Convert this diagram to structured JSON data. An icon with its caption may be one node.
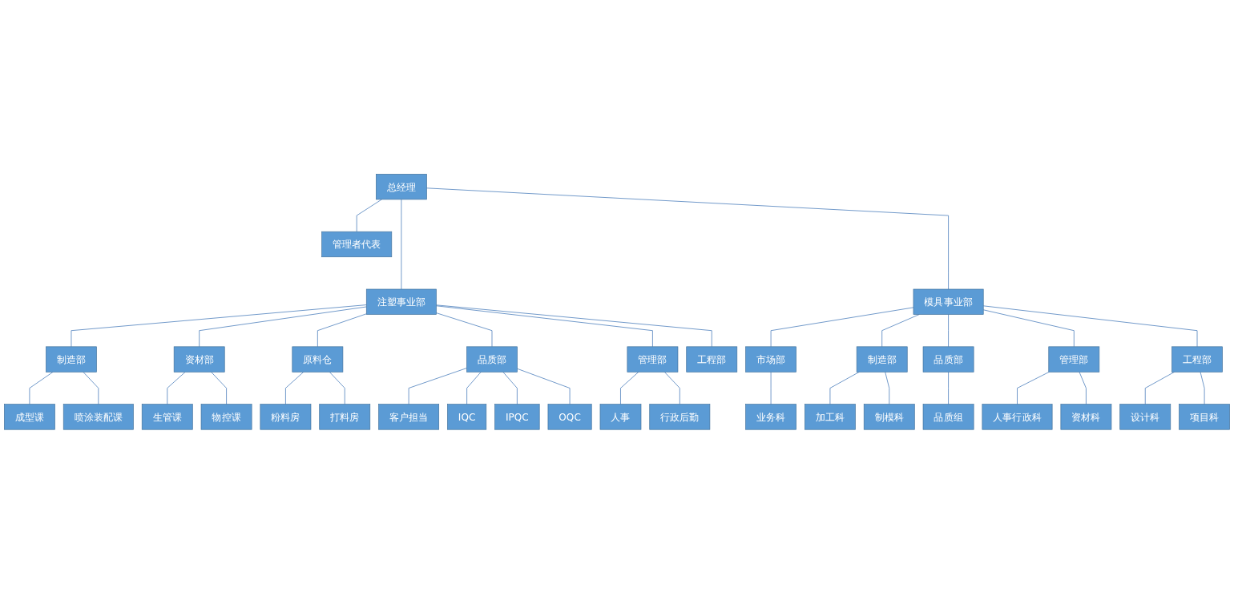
{
  "diagram": {
    "nodes": [
      {
        "text": [
          "总经理"
        ]
      },
      {
        "text": [
          "管理者代表"
        ]
      },
      {
        "text": [
          "注塑事业部"
        ]
      },
      {
        "text": [
          "模具事业部"
        ]
      },
      {
        "text": [
          "制造部"
        ]
      },
      {
        "text": [
          "资材部"
        ]
      },
      {
        "text": [
          "原料仓"
        ]
      },
      {
        "text": [
          "品质部"
        ]
      },
      {
        "text": [
          "管理部"
        ]
      },
      {
        "text": [
          "工程部"
        ]
      },
      {
        "text": [
          "市场部"
        ]
      },
      {
        "text": [
          "制造部"
        ]
      },
      {
        "text": [
          "品质部"
        ]
      },
      {
        "text": [
          "管理部"
        ]
      },
      {
        "text": [
          "工程部"
        ]
      },
      {
        "text": [
          "成型课"
        ]
      },
      {
        "text": [
          "喷涂装配课"
        ]
      },
      {
        "text": [
          "生管课"
        ]
      },
      {
        "text": [
          "物控课"
        ]
      },
      {
        "text": [
          "粉料房"
        ]
      },
      {
        "text": [
          "打料房"
        ]
      },
      {
        "text": [
          "客户担当"
        ]
      },
      {
        "text": [
          "IQC"
        ]
      },
      {
        "text": [
          "IPQC"
        ]
      },
      {
        "text": [
          "OQC"
        ]
      },
      {
        "text": [
          "人事"
        ]
      },
      {
        "text": [
          "行政后勤"
        ]
      },
      {
        "text": [
          "业务科"
        ]
      },
      {
        "text": [
          "加工科"
        ]
      },
      {
        "text": [
          "制模科"
        ]
      },
      {
        "text": [
          "品质组"
        ]
      },
      {
        "text": [
          "人事行政科"
        ]
      },
      {
        "text": [
          "资材科"
        ]
      },
      {
        "text": [
          "设计科"
        ]
      },
      {
        "text": [
          "项目科"
        ]
      }
    ],
    "edges": [
      {
        "from": 0,
        "to": 1,
        "arrow": "none"
      },
      {
        "from": 0,
        "to": 2,
        "arrow": "none"
      },
      {
        "from": 0,
        "to": 3,
        "arrow": "none"
      },
      {
        "from": 2,
        "to": 4,
        "arrow": "none"
      },
      {
        "from": 2,
        "to": 5,
        "arrow": "none"
      },
      {
        "from": 2,
        "to": 6,
        "arrow": "none"
      },
      {
        "from": 2,
        "to": 7,
        "arrow": "none"
      },
      {
        "from": 2,
        "to": 8,
        "arrow": "none"
      },
      {
        "from": 2,
        "to": 9,
        "arrow": "none"
      },
      {
        "from": 3,
        "to": 10,
        "arrow": "none"
      },
      {
        "from": 3,
        "to": 11,
        "arrow": "none"
      },
      {
        "from": 3,
        "to": 12,
        "arrow": "none"
      },
      {
        "from": 3,
        "to": 13,
        "arrow": "none"
      },
      {
        "from": 3,
        "to": 14,
        "arrow": "none"
      },
      {
        "from": 4,
        "to": 15,
        "arrow": "none"
      },
      {
        "from": 4,
        "to": 16,
        "arrow": "none"
      },
      {
        "from": 5,
        "to": 17,
        "arrow": "none"
      },
      {
        "from": 5,
        "to": 18,
        "arrow": "none"
      },
      {
        "from": 6,
        "to": 19,
        "arrow": "none"
      },
      {
        "from": 6,
        "to": 20,
        "arrow": "none"
      },
      {
        "from": 7,
        "to": 21,
        "arrow": "none"
      },
      {
        "from": 7,
        "to": 22,
        "arrow": "none"
      },
      {
        "from": 7,
        "to": 23,
        "arrow": "none"
      },
      {
        "from": 7,
        "to": 24,
        "arrow": "none"
      },
      {
        "from": 8,
        "to": 25,
        "arrow": "none"
      },
      {
        "from": 8,
        "to": 26,
        "arrow": "none"
      },
      {
        "from": 10,
        "to": 27,
        "arrow": "none"
      },
      {
        "from": 11,
        "to": 28,
        "arrow": "none"
      },
      {
        "from": 11,
        "to": 29,
        "arrow": "none"
      },
      {
        "from": 12,
        "to": 30,
        "arrow": "none"
      },
      {
        "from": 13,
        "to": 31,
        "arrow": "none"
      },
      {
        "from": 13,
        "to": 32,
        "arrow": "none"
      },
      {
        "from": 14,
        "to": 33,
        "arrow": "none"
      },
      {
        "from": 14,
        "to": 34,
        "arrow": "none"
      }
    ]
  }
}
